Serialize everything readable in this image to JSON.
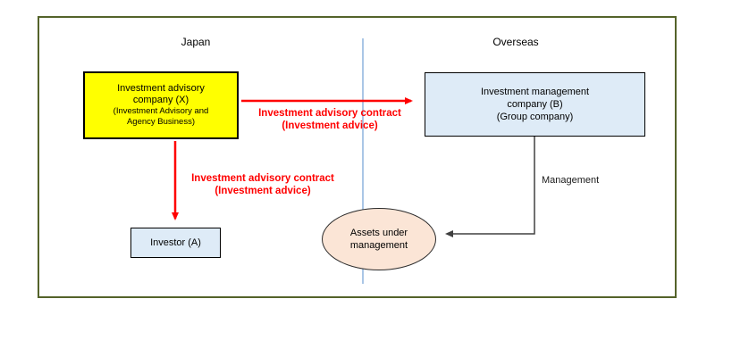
{
  "diagram": {
    "regions": {
      "left_label": "Japan",
      "right_label": "Overseas"
    },
    "nodes": {
      "advisory_company": {
        "lines": [
          "Investment advisory",
          "company (X)"
        ],
        "sub_lines": [
          "(Investment Advisory and",
          "Agency Business)"
        ],
        "fill": "#ffff00"
      },
      "management_company": {
        "lines": [
          "Investment management",
          "company (B)",
          "(Group company)"
        ],
        "fill": "#deebf7"
      },
      "investor": {
        "label": "Investor (A)",
        "fill": "#deebf7"
      },
      "assets": {
        "lines": [
          "Assets under",
          "management"
        ],
        "fill": "#fbe5d6"
      }
    },
    "edges": {
      "advisory_to_management": {
        "label_line1": "Investment advisory contract",
        "label_line2": "(Investment advice)",
        "color": "#ff0000"
      },
      "advisory_to_investor": {
        "label_line1": "Investment advisory contract",
        "label_line2": "(Investment advice)",
        "color": "#ff0000"
      },
      "management_to_assets": {
        "label": "Management",
        "color": "#404040"
      }
    },
    "colors": {
      "frame_border": "#54632a",
      "divider": "#aac6e6",
      "box_border": "#000000"
    }
  }
}
